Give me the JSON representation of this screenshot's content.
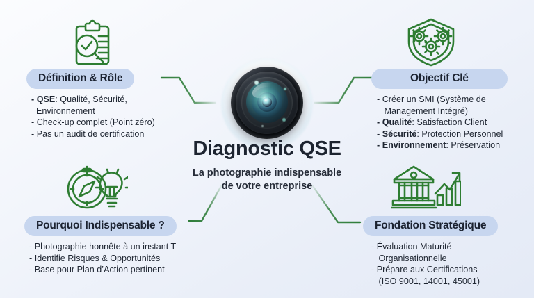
{
  "center": {
    "title": "Diagnostic QSE",
    "subtitle_line1": "La photographie indispensable",
    "subtitle_line2": "de votre entreprise",
    "lens_icon": "camera-lens-icon"
  },
  "colors": {
    "pill_bg": "#c7d6ef",
    "icon_green": "#2e7d32",
    "connector_green": "#2f7d3a",
    "text_dark": "#1e2531",
    "background_from": "#fbfcfe",
    "background_to": "#e4eaf6"
  },
  "quadrants": [
    {
      "id": "definition",
      "title": "Définition & Rôle",
      "icon": "clipboard-magnifier-check-icon",
      "bullets": [
        {
          "lead": "- QSE",
          "rest": ": Qualité, Sécurité,"
        },
        {
          "lead": "",
          "rest": "  Environnement"
        },
        {
          "lead": "",
          "rest": "- Check-up complet (Point zéro)"
        },
        {
          "lead": "",
          "rest": "- Pas un audit de certification"
        }
      ]
    },
    {
      "id": "objectif",
      "title": "Objectif Clé",
      "icon": "shield-gears-icon",
      "bullets": [
        {
          "lead": "",
          "rest": "- Créer un SMI (Système de"
        },
        {
          "lead": "",
          "rest": "   Management Intégré)"
        },
        {
          "lead": "- Qualité",
          "rest": ": Satisfaction Client"
        },
        {
          "lead": "- Sécurité",
          "rest": ": Protection Personnel"
        },
        {
          "lead": "- Environnement",
          "rest": ": Préservation"
        }
      ]
    },
    {
      "id": "pourquoi",
      "title": "Pourquoi Indispensable ?",
      "icon": "compass-lightbulb-icon",
      "bullets": [
        {
          "lead": "",
          "rest": "- Photographie honnête à un instant T"
        },
        {
          "lead": "",
          "rest": "- Identifie Risques & Opportunités"
        },
        {
          "lead": "",
          "rest": "- Base pour Plan d’Action pertinent"
        }
      ]
    },
    {
      "id": "fondation",
      "title": "Fondation Stratégique",
      "icon": "bank-growth-chart-icon",
      "bullets": [
        {
          "lead": "",
          "rest": "- Évaluation Maturité"
        },
        {
          "lead": "",
          "rest": "   Organisationnelle"
        },
        {
          "lead": "",
          "rest": "- Prépare aux Certifications"
        },
        {
          "lead": "",
          "rest": "   (ISO 9001, 14001, 45001)"
        }
      ]
    }
  ]
}
